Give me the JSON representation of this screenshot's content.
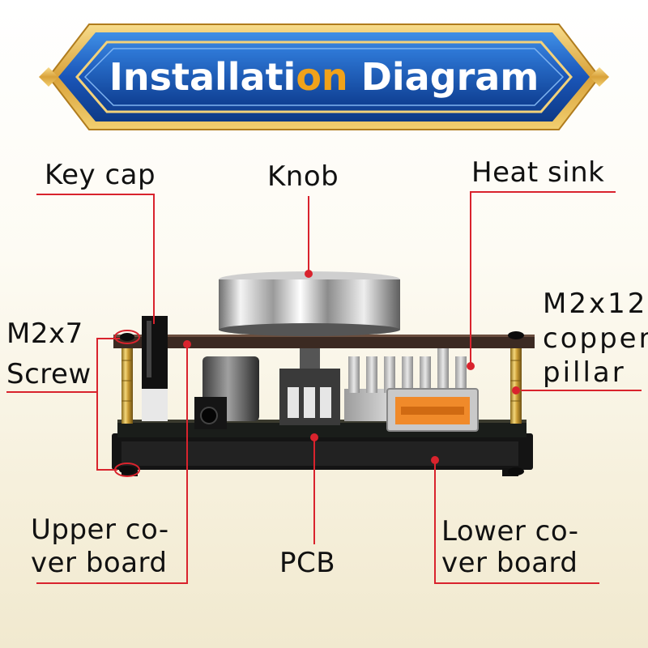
{
  "title": {
    "part1": "Installati",
    "part2": "on",
    "part3": " Diagram"
  },
  "colors": {
    "leader": "#d9232d",
    "banner_blue": "#1a5fc4",
    "banner_gold": "#e2b34a",
    "title_accent": "#f0a21a"
  },
  "labels": {
    "key_cap": "Key cap",
    "knob": "Knob",
    "heat_sink": "Heat sink",
    "m2x7_line1": "M2x7",
    "m2x7_line2": "Screw",
    "m2x12_line1": "M2x12",
    "m2x12_line2": "copper",
    "m2x12_line3": "pillar",
    "upper_line1": "Upper co-",
    "upper_line2": "ver board",
    "pcb": "PCB",
    "lower_line1": "Lower co-",
    "lower_line2": "ver board"
  }
}
